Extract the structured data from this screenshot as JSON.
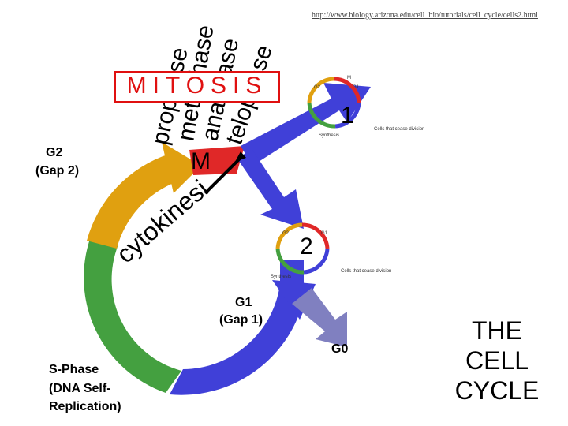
{
  "source_url": "http://www.biology.arizona.edu/cell_bio/tutorials/cell_cycle/cells2.html",
  "title": {
    "line1": "THE",
    "line2": "CELL",
    "line3": "CYCLE"
  },
  "mitosis_label": "MITOSIS",
  "m_label": "M",
  "phases": {
    "prophase": "prophase",
    "metaphase": "metaphase",
    "anaphase": "anaphase",
    "telophase": "telophase"
  },
  "cytokinesis": "cytokinesis",
  "g2": {
    "line1": "G2",
    "line2": "(Gap 2)"
  },
  "g1": {
    "line1": "G1",
    "line2": "(Gap 1)"
  },
  "g0": "G0",
  "s_phase": {
    "line1": "S-Phase",
    "line2": "(DNA Self-",
    "line3": "Replication)"
  },
  "step_labels": {
    "first": "1",
    "second": "2"
  },
  "thumbnails": {
    "g2": "G2",
    "g1": "G1",
    "m": "M",
    "s": "Synthesis",
    "exit": "Cells that cease division"
  },
  "colors": {
    "g1": "#4040d8",
    "g2": "#e0a010",
    "s": "#44a040",
    "m": "#e02828",
    "g0": "#8080c0",
    "mitosis_border": "#e01010"
  }
}
